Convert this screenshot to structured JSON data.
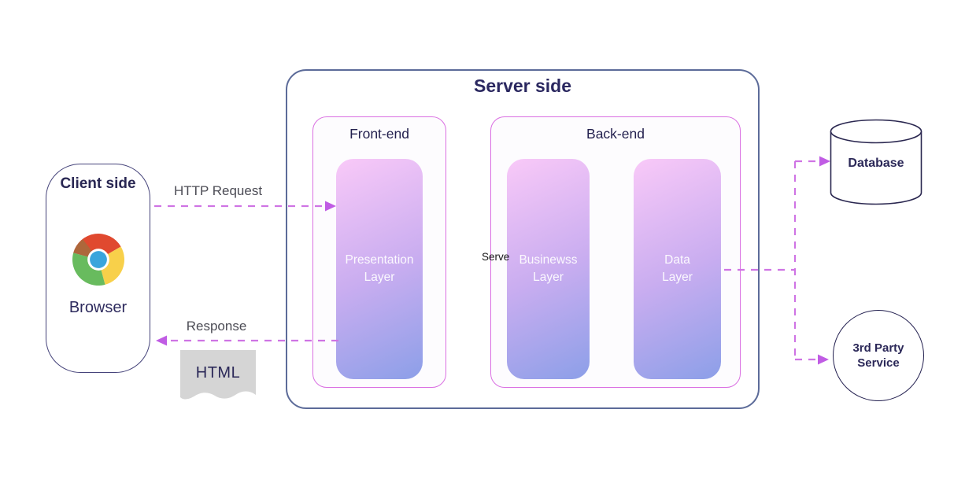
{
  "diagram": {
    "client": {
      "title": "Client side",
      "browser_label": "Browser",
      "browser_icon": "chrome-browser-icon"
    },
    "connections": {
      "http_request_label": "HTTP Request",
      "response_label": "Response",
      "html_doc_label": "HTML"
    },
    "server": {
      "title": "Server side",
      "stray_label": "Serve",
      "frontend": {
        "title": "Front-end",
        "layers": [
          {
            "label": "Presentation Layer"
          }
        ]
      },
      "backend": {
        "title": "Back-end",
        "layers": [
          {
            "label": "Businewss Layer"
          },
          {
            "label": "Data Layer"
          }
        ]
      }
    },
    "external": {
      "database_label": "Database",
      "third_party_label": "3rd Party Service"
    },
    "colors": {
      "navy_text": "#2b2860",
      "gray_label_text": "#4c4c55",
      "client_border": "#45437a",
      "server_border": "#5c6b99",
      "inner_box_border": "#da70e2",
      "dashed_line": "#cf74e4",
      "arrowhead": "#c05ce4",
      "doc_fill": "#d5d5d5",
      "pill_gradient_top": "#f9c9f8",
      "pill_gradient_bottom": "#8c9fe8",
      "chrome_red": "#e0492f",
      "chrome_yellow": "#f8d04a",
      "chrome_green": "#68bb5e",
      "chrome_blue": "#3aa5dc"
    }
  }
}
